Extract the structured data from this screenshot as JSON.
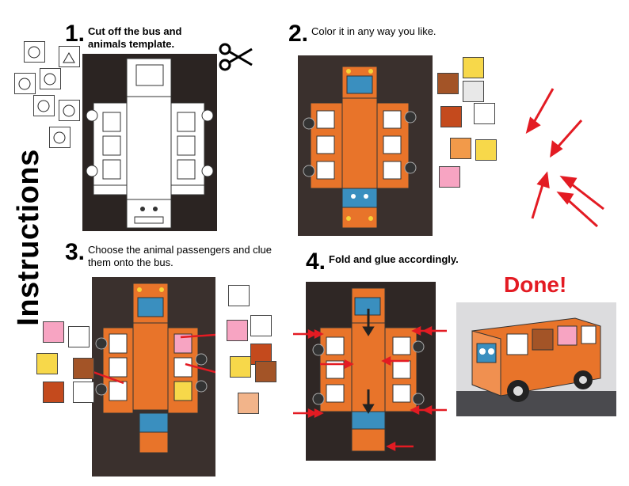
{
  "title": "Instructions",
  "steps": [
    {
      "number": "1.",
      "text": "Cut off the bus and animals template."
    },
    {
      "number": "2.",
      "text": "Color it in any way you like."
    },
    {
      "number": "3.",
      "text": "Choose the animal passengers and clue them onto the bus."
    },
    {
      "number": "4.",
      "text": "Fold and glue accordingly."
    }
  ],
  "done_label": "Done!",
  "colors": {
    "accent_red": "#e31b23",
    "bus_orange": "#e8742a",
    "photo_bg": "#2b2422"
  },
  "icons": [
    "scissors-icon",
    "arrow-icon"
  ]
}
